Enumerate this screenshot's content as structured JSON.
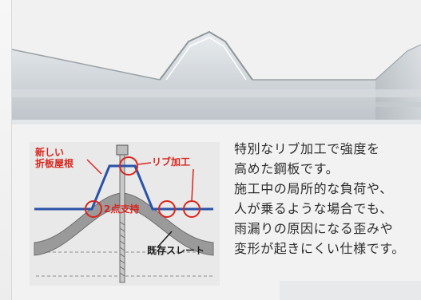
{
  "diagram": {
    "label_new_roof_line1": "新しい",
    "label_new_roof_line2": "折板屋根",
    "label_rib": "リブ加工",
    "label_two_point": "2点支持",
    "label_existing": "既存スレート"
  },
  "description": {
    "lines": [
      "特別なリブ加工で強度を",
      "高めた鋼板です。",
      "施工中の局所的な負荷や、",
      "人が乗るような場合でも、",
      "雨漏りの原因になる歪みや",
      "変形が起きにくい仕様です。"
    ]
  },
  "colors": {
    "red": "#d9251c",
    "blue": "#2a52a8",
    "slate_gray": "#9a9a9a"
  }
}
